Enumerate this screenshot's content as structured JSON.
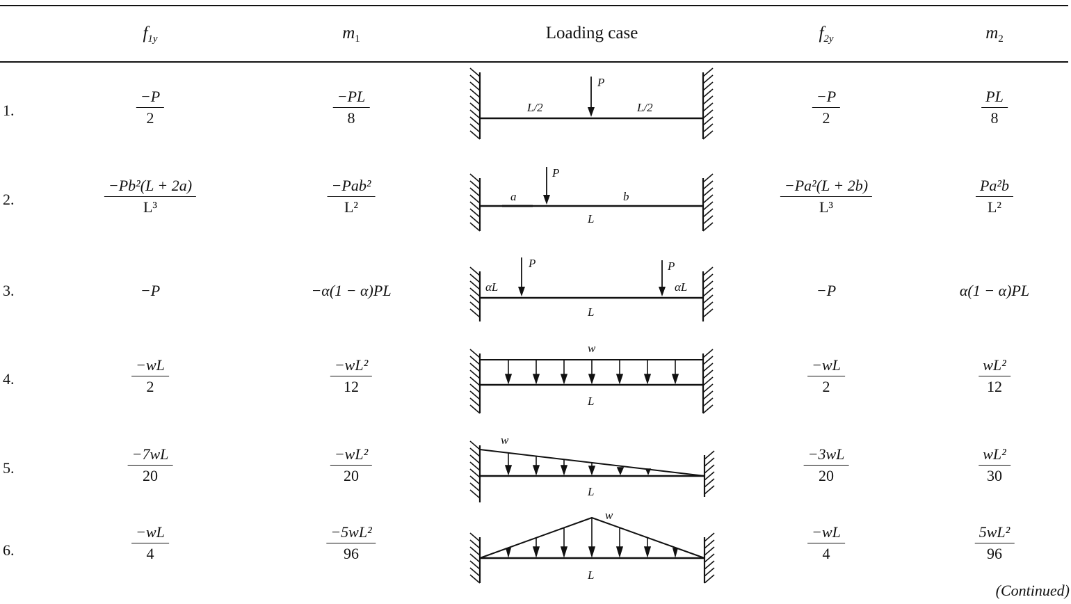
{
  "header": {
    "c1": {
      "base": "f",
      "sub": "1y"
    },
    "c2": {
      "base": "m",
      "sub": "1"
    },
    "c3": "Loading case",
    "c4": {
      "base": "f",
      "sub": "2y"
    },
    "c5": {
      "base": "m",
      "sub": "2"
    }
  },
  "rows": [
    {
      "num": "1.",
      "f1y": {
        "num": "−P",
        "den": "2"
      },
      "m1": {
        "num": "−PL",
        "den": "8"
      },
      "f2y": {
        "num": "−P",
        "den": "2"
      },
      "m2": {
        "num": "PL",
        "den": "8"
      },
      "diagram": {
        "load": "P",
        "labels": [
          "L/2",
          "L/2"
        ]
      }
    },
    {
      "num": "2.",
      "f1y": {
        "num": "−Pb²(L + 2a)",
        "den": "L³"
      },
      "m1": {
        "num": "−Pab²",
        "den": "L²"
      },
      "f2y": {
        "num": "−Pa²(L + 2b)",
        "den": "L³"
      },
      "m2": {
        "num": "Pa²b",
        "den": "L²"
      },
      "diagram": {
        "load": "P",
        "labels": [
          "a",
          "b",
          "L"
        ]
      }
    },
    {
      "num": "3.",
      "f1y": {
        "text": "−P"
      },
      "m1": {
        "text": "−α(1 − α)PL"
      },
      "f2y": {
        "text": "−P"
      },
      "m2": {
        "text": "α(1 − α)PL"
      },
      "diagram": {
        "load": "P",
        "labels": [
          "αL",
          "αL",
          "L"
        ]
      }
    },
    {
      "num": "4.",
      "f1y": {
        "num": "−wL",
        "den": "2"
      },
      "m1": {
        "num": "−wL²",
        "den": "12"
      },
      "f2y": {
        "num": "−wL",
        "den": "2"
      },
      "m2": {
        "num": "wL²",
        "den": "12"
      },
      "diagram": {
        "load": "w",
        "labels": [
          "L"
        ]
      }
    },
    {
      "num": "5.",
      "f1y": {
        "num": "−7wL",
        "den": "20"
      },
      "m1": {
        "num": "−wL²",
        "den": "20"
      },
      "f2y": {
        "num": "−3wL",
        "den": "20"
      },
      "m2": {
        "num": "wL²",
        "den": "30"
      },
      "diagram": {
        "load": "w",
        "labels": [
          "L"
        ]
      }
    },
    {
      "num": "6.",
      "f1y": {
        "num": "−wL",
        "den": "4"
      },
      "m1": {
        "num": "−5wL²",
        "den": "96"
      },
      "f2y": {
        "num": "−wL",
        "den": "4"
      },
      "m2": {
        "num": "5wL²",
        "den": "96"
      },
      "diagram": {
        "load": "w",
        "labels": [
          "L"
        ]
      }
    }
  ],
  "footer": "(Continued)"
}
